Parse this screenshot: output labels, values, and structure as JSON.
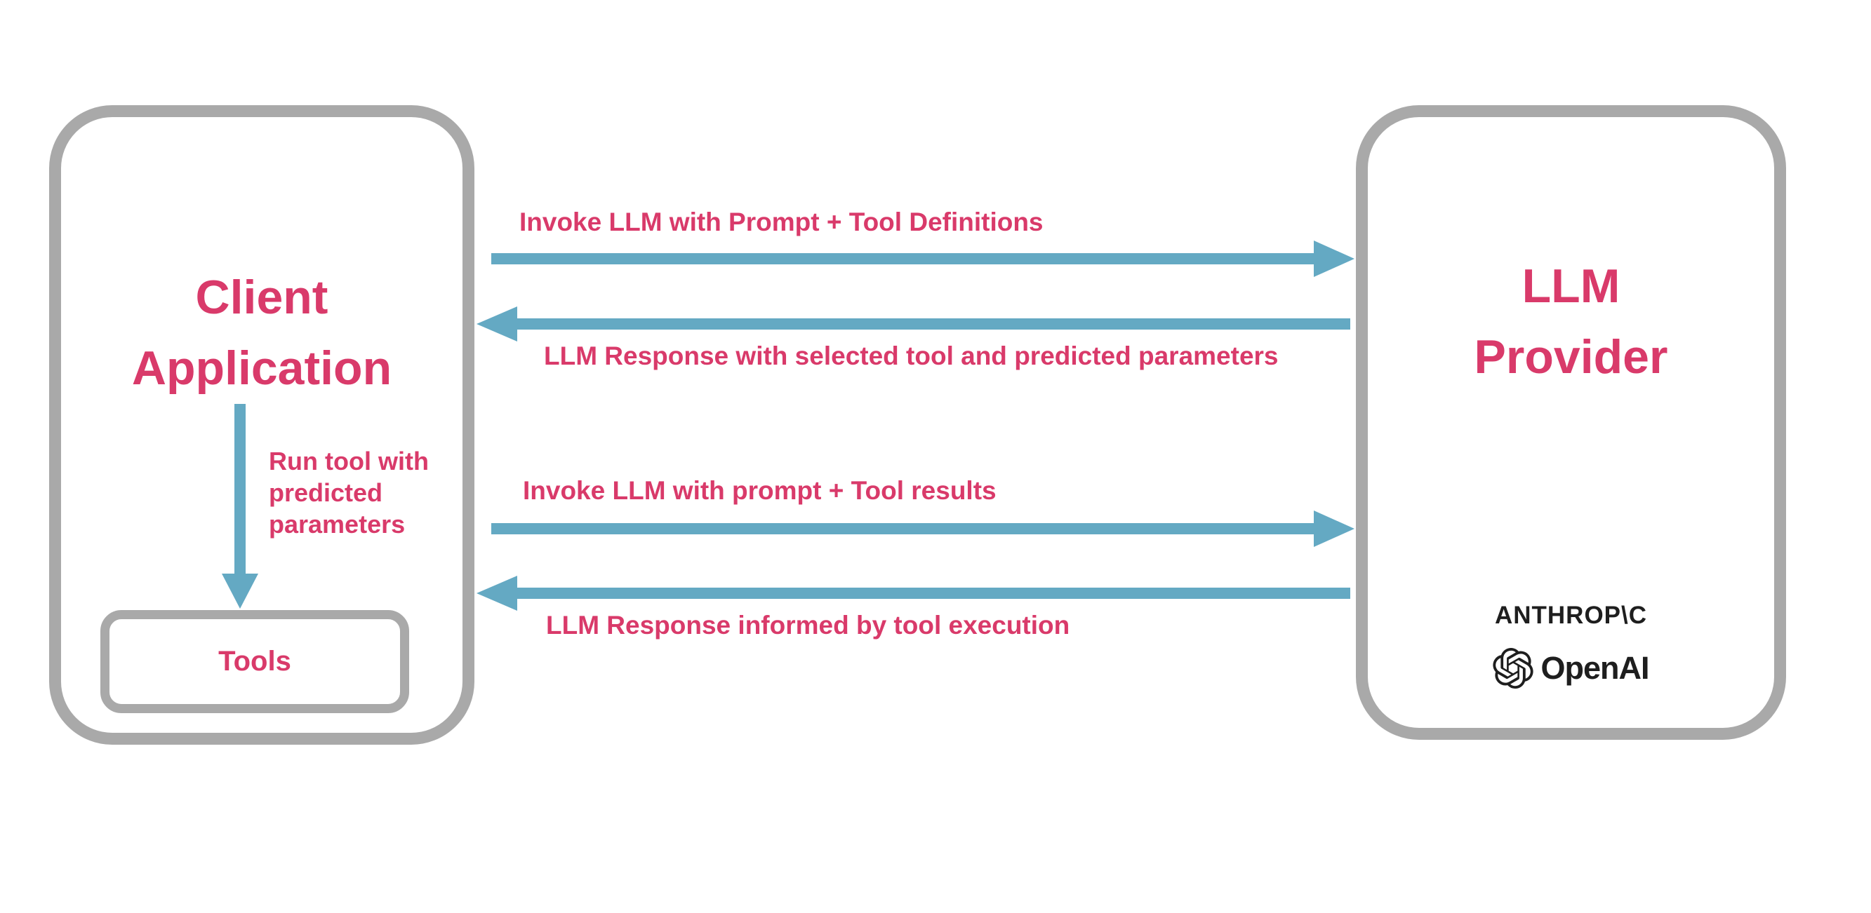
{
  "theme": {
    "pink": "#D93A6A",
    "teal": "#64A9C3",
    "gray": "#A9A9A9",
    "dark": "#1E1E1E",
    "background": "#FFFFFF"
  },
  "diagram": {
    "type": "sequence-flow",
    "client_box": {
      "title_line1": "Client",
      "title_line2": "Application",
      "tools_label": "Tools"
    },
    "llm_box": {
      "title_line1": "LLM",
      "title_line2": "Provider",
      "providers": [
        {
          "name": "anthropic",
          "wordmark": "ANTHROP\\C"
        },
        {
          "name": "openai",
          "wordmark": "OpenAI"
        }
      ]
    },
    "arrows": [
      {
        "direction": "right",
        "label": "Invoke LLM with Prompt + Tool Definitions"
      },
      {
        "direction": "left",
        "label": "LLM Response with selected tool and predicted parameters"
      },
      {
        "direction": "right",
        "label": "Invoke LLM with prompt + Tool results"
      },
      {
        "direction": "left",
        "label": "LLM Response informed by tool execution"
      }
    ],
    "run_tool_arrow": {
      "direction": "down",
      "label": "Run tool with\npredicted\nparameters"
    }
  }
}
